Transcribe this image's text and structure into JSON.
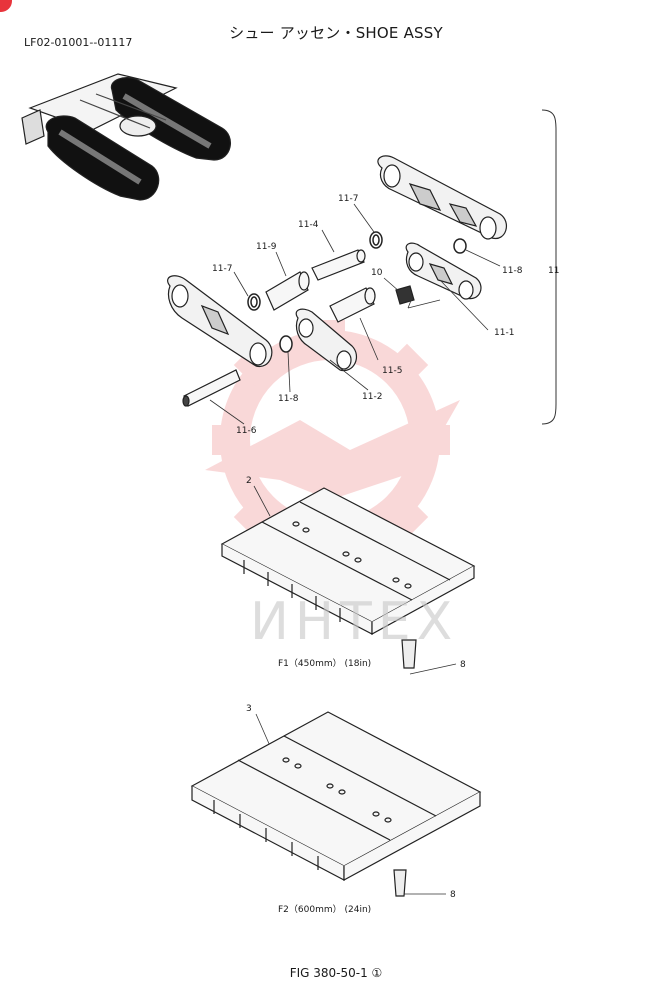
{
  "header": {
    "title": "シュー アッセン・SHOE ASSY",
    "serial_range": "LF02-01001--01117"
  },
  "callouts": {
    "c11_7a": "11-7",
    "c11_7b": "11-7",
    "c11_4": "11-4",
    "c11_9": "11-9",
    "c10": "10",
    "c11_8a": "11-8",
    "c11_8b": "11-8",
    "c11": "11",
    "c11_1": "11-1",
    "c11_5": "11-5",
    "c11_2": "11-2",
    "c11_6": "11-6",
    "c2": "2",
    "c8a": "8",
    "c3": "3",
    "c8b": "8"
  },
  "shoe_sizes": {
    "f1": "F1（450mm） (18in)",
    "f2": "F2（600mm） (24in)"
  },
  "watermark": {
    "text": "ИНТЕХ",
    "color": "#f3a9ab"
  },
  "footer": {
    "figure_ref": "FIG 380-50-1 ①"
  }
}
